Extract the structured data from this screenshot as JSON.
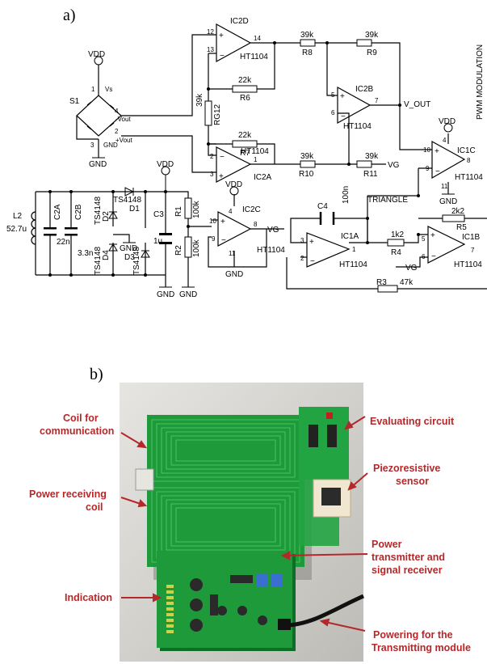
{
  "panels": {
    "a": "a)",
    "b": "b)"
  },
  "schematic": {
    "ic": {
      "ic2d": {
        "name": "IC2D",
        "part": "HT1104",
        "pin_in_plus": "12",
        "pin_in_minus": "13",
        "pin_out": "14"
      },
      "ic2b": {
        "name": "IC2B",
        "part": "HT1104",
        "pin_plus": "5",
        "pin_minus": "6",
        "pin_out": "7"
      },
      "ic2a": {
        "name": "IC2A",
        "part": "HT1104",
        "pin_minus": "2",
        "pin_plus": "3",
        "pin_out": "1"
      },
      "ic2c": {
        "name": "IC2C",
        "part": "HT1104",
        "pin_plus": "10",
        "pin_minus": "9",
        "pin_out": "8",
        "pin_vdd": "4",
        "pin_gnd": "11"
      },
      "ic1c": {
        "name": "IC1C",
        "part": "HT1104",
        "pin_plus": "10",
        "pin_minus": "9",
        "pin_out": "8",
        "pin_vdd": "4",
        "pin_gnd": "11"
      },
      "ic1a": {
        "name": "IC1A",
        "part": "HT1104",
        "pin_plus": "3",
        "pin_minus": "2",
        "pin_out": "1"
      },
      "ic1b": {
        "name": "IC1B",
        "part": "HT1104",
        "pin_plus": "5",
        "pin_minus": "6",
        "pin_out": "7"
      }
    },
    "res": {
      "r8": {
        "name": "R8",
        "value": "39k"
      },
      "r9": {
        "name": "R9",
        "value": "39k"
      },
      "r6": {
        "name": "R6",
        "value": "22k"
      },
      "rg12": {
        "name": "RG12",
        "value": "39k"
      },
      "r7": {
        "name": "R7",
        "value": "22k"
      },
      "r10": {
        "name": "R10",
        "value": "39k"
      },
      "r11": {
        "name": "R11",
        "value": "39k"
      },
      "r1": {
        "name": "R1",
        "value": "100k"
      },
      "r2": {
        "name": "R2",
        "value": "100k"
      },
      "r4": {
        "name": "R4",
        "value": "1k2"
      },
      "r5": {
        "name": "R5",
        "value": "2k2"
      },
      "r3": {
        "name": "R3",
        "value": "47k"
      }
    },
    "cap": {
      "c2a": {
        "name": "C2A",
        "value": "22n"
      },
      "c2b": {
        "name": "C2B",
        "value": "3.3n"
      },
      "c3": {
        "name": "C3",
        "value": "1u"
      },
      "c4": {
        "name": "C4",
        "value": "100n"
      }
    },
    "coil": {
      "name": "L2",
      "value": "52.7u"
    },
    "bridge": {
      "name": "S1",
      "vs": "Vs",
      "vout_minus": "-Vout",
      "vout_plus": "+Vout",
      "gnd": "GND",
      "p1": "1",
      "p2": "2",
      "p3": "3",
      "p4": "4"
    },
    "diodes": {
      "d1": {
        "name": "D1",
        "part": "TS4148"
      },
      "d2": {
        "name": "D2",
        "part": "TS4148"
      },
      "d3": {
        "name": "D3",
        "part": "TS4148"
      },
      "d4": {
        "name": "D4",
        "part": "TS4148"
      }
    },
    "nets": {
      "vdd": "VDD",
      "gnd": "GND",
      "v_out": "V_OUT",
      "vg": "VG",
      "triangle": "TRIANGLE",
      "pwm": "PWM MODULATION"
    }
  },
  "photo": {
    "callouts": {
      "coil_comm": [
        "Coil for",
        "communication"
      ],
      "power_coil": [
        "Power receiving",
        "coil"
      ],
      "indication": [
        "Indication"
      ],
      "evaluating": [
        "Evaluating circuit"
      ],
      "piezo": [
        "Piezoresistive",
        "sensor"
      ],
      "power_tx": [
        "Power",
        "transmitter and",
        "signal receiver"
      ],
      "powering": [
        "Powering for the",
        "Transmitting module"
      ]
    },
    "colors": {
      "callout": "#b5282a",
      "pcb": "#1f9a3a",
      "pcb_dark": "#0f6e25",
      "background": "#d9d7d2"
    }
  }
}
